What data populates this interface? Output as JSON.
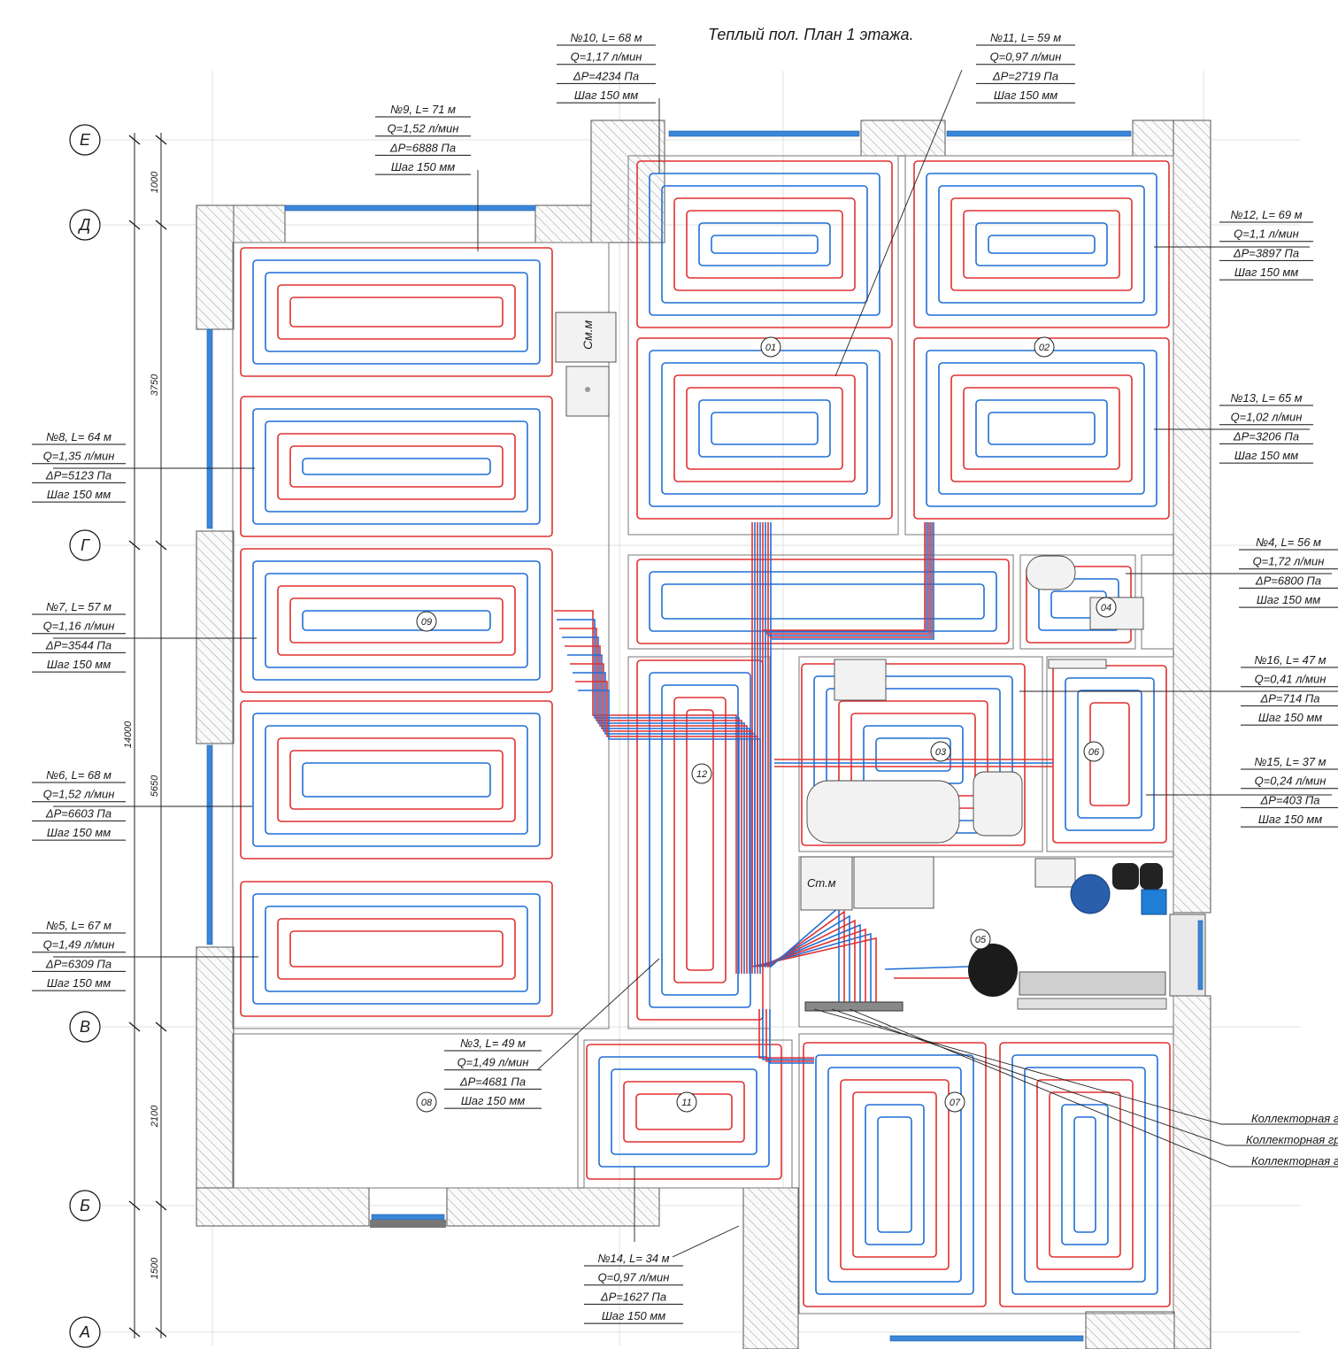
{
  "title": "Теплый пол. План 1 этажа.",
  "axes": [
    "Е",
    "Д",
    "Г",
    "В",
    "Б",
    "А"
  ],
  "dimensions": {
    "total": "14000",
    "segments_left": [
      "1000",
      "3750",
      "5650",
      "2100",
      "1500"
    ]
  },
  "rooms": [
    "01",
    "02",
    "03",
    "04",
    "05",
    "06",
    "07",
    "08",
    "09",
    "11",
    "12"
  ],
  "loops": [
    {
      "id": "n9",
      "lines": [
        "№9, L= 71 м",
        "Q=1,52 л/мин",
        "ΔP=6888 Па",
        "Шаг 150 мм"
      ]
    },
    {
      "id": "n10",
      "lines": [
        "№10, L= 68 м",
        "Q=1,17 л/мин",
        "ΔP=4234 Па",
        "Шаг 150 мм"
      ]
    },
    {
      "id": "n11",
      "lines": [
        "№11, L= 59 м",
        "Q=0,97 л/мин",
        "ΔP=2719 Па",
        "Шаг 150 мм"
      ]
    },
    {
      "id": "n12",
      "lines": [
        "№12, L= 69 м",
        "Q=1,1 л/мин",
        "ΔP=3897 Па",
        "Шаг 150 мм"
      ]
    },
    {
      "id": "n13",
      "lines": [
        "№13, L= 65 м",
        "Q=1,02 л/мин",
        "ΔP=3206 Па",
        "Шаг 150 мм"
      ]
    },
    {
      "id": "n8",
      "lines": [
        "№8, L= 64 м",
        "Q=1,35 л/мин",
        "ΔP=5123 Па",
        "Шаг 150 мм"
      ]
    },
    {
      "id": "n4",
      "lines": [
        "№4, L= 56 м",
        "Q=1,72 л/мин",
        "ΔP=6800 Па",
        "Шаг 150 мм"
      ]
    },
    {
      "id": "n7",
      "lines": [
        "№7, L= 57 м",
        "Q=1,16 л/мин",
        "ΔP=3544 Па",
        "Шаг 150 мм"
      ]
    },
    {
      "id": "n16",
      "lines": [
        "№16, L= 47 м",
        "Q=0,41 л/мин",
        "ΔP=714 Па",
        "Шаг 150 мм"
      ]
    },
    {
      "id": "n15",
      "lines": [
        "№15, L= 37 м",
        "Q=0,24 л/мин",
        "ΔP=403 Па",
        "Шаг 150 мм"
      ]
    },
    {
      "id": "n6",
      "lines": [
        "№6, L= 68 м",
        "Q=1,52 л/мин",
        "ΔP=6603 Па",
        "Шаг 150 мм"
      ]
    },
    {
      "id": "n5",
      "lines": [
        "№5, L= 67 м",
        "Q=1,49 л/мин",
        "ΔP=6309 Па",
        "Шаг 150 мм"
      ]
    },
    {
      "id": "n3",
      "lines": [
        "№3, L= 49 м",
        "Q=1,49 л/мин",
        "ΔP=4681 Па",
        "Шаг 150 мм"
      ]
    },
    {
      "id": "n14",
      "lines": [
        "№14, L= 34 м",
        "Q=0,97 л/мин",
        "ΔP=1627 Па",
        "Шаг 150 мм"
      ]
    }
  ],
  "collector_labels": [
    "Коллекторная г",
    "Коллекторная гр",
    "Коллекторная г"
  ],
  "appliance_labels": {
    "washer": "Ст.м",
    "dryer": "См.м"
  },
  "colors": {
    "supply": "#e03030",
    "return": "#1f6fd6"
  }
}
